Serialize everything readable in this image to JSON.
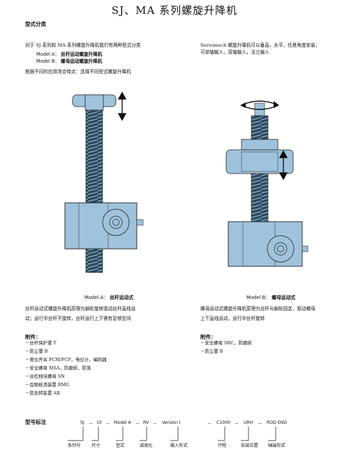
{
  "title": "SJ、MA 系列螺旋升降机",
  "type_section": {
    "heading": "型式分类",
    "intro": "对于 SJ 系列和 MA 系列螺旋升降机我们有两种型式分类",
    "model_a_label": "Model A：",
    "model_a_desc": "丝杆运动螺旋升降机",
    "model_b_label": "Model B：",
    "model_b_desc": "螺母运动螺旋升降机",
    "select_note": "根据不同的应用场合特点：选择不同型式螺旋升降机",
    "right_line1": "Servomech 螺旋升降机可以垂直，水平，任意角度安装；",
    "right_line2": "可单轴输入，双轴输入，法兰输入"
  },
  "model_a": {
    "caption_model": "Model A：",
    "caption_name": "丝杆运动式",
    "desc_line1": "丝杆运动式螺旋升降机原理为蜗轮旋转驱动丝杆直线运",
    "desc_line2": "动；运行中丝杆不旋转，丝杆运行上下需有足够空间",
    "accessories_heading": "附件：",
    "accessories": [
      "－丝杆保护罩 T",
      "－防尘罩 B",
      "－限位开关 FCM/FCP，电位计，编码器",
      "－安全螺母 MSA，防磨损，防落",
      "－丝杠档块螺母 SN",
      "－齿隙抵消装置 RMG",
      "－防反转装置 AR"
    ]
  },
  "model_b": {
    "caption_model": "Model B：",
    "caption_name": "螺母运动式",
    "desc_line1": "螺母运动式螺旋升降机原理为丝杆与蜗轮固定，驱动螺母",
    "desc_line2": "上下直线运动，运行中丝杆旋转",
    "accessories_heading": "附件：",
    "accessories": [
      "－安全螺母 SBC，防磨损",
      "－防尘罩 B"
    ]
  },
  "code_section": {
    "heading": "型号标注",
    "codes": [
      "SJ",
      "10",
      "Model A",
      "RV",
      "Version I",
      "C1000",
      "URH",
      "ROD END"
    ],
    "dashes": [
      "－",
      "－",
      "－",
      "－",
      "－",
      "－",
      "－"
    ],
    "labels": [
      "系列号",
      "尺寸",
      "型式",
      "减速比",
      "输入形式",
      "行程",
      "安装位置",
      "轴端形式"
    ]
  },
  "colors": {
    "body_blue": "#9fc3dc",
    "screw_dark": "#2b4c60",
    "outline": "#222222"
  }
}
